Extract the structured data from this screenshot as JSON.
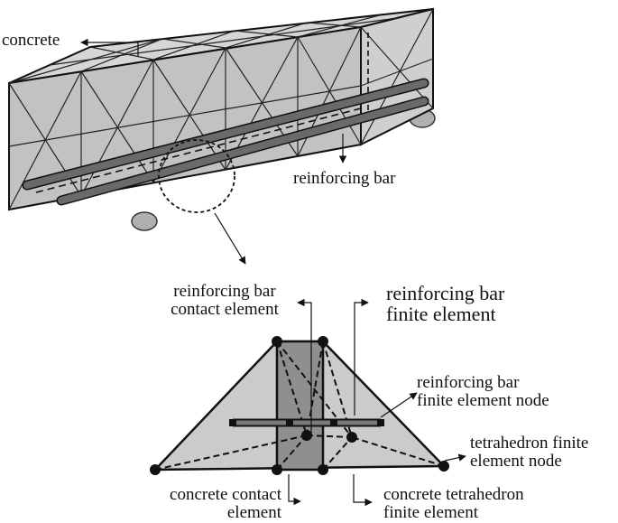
{
  "labels": {
    "concrete": "concrete",
    "reinforcing_bar": "reinforcing bar",
    "rebar_contact_element": [
      "reinforcing bar",
      "contact element"
    ],
    "rebar_finite_element": [
      "reinforcing bar",
      "finite element"
    ],
    "rebar_fe_node": [
      "reinforcing bar",
      "finite element node"
    ],
    "tetra_fe_node": [
      "tetrahedron finite",
      "element node"
    ],
    "concrete_contact_element": [
      "concrete contact",
      "element"
    ],
    "concrete_tetra_fe": [
      "concrete tetrahedron",
      "finite element"
    ]
  },
  "colors": {
    "concrete_fill": "#c8c8c8",
    "concrete_top": "#d6d6d6",
    "concrete_front": "#bdbdbd",
    "contact_element_fill": "#8a8a8a",
    "bar": "#5a5a5a",
    "edge": "#111111"
  }
}
